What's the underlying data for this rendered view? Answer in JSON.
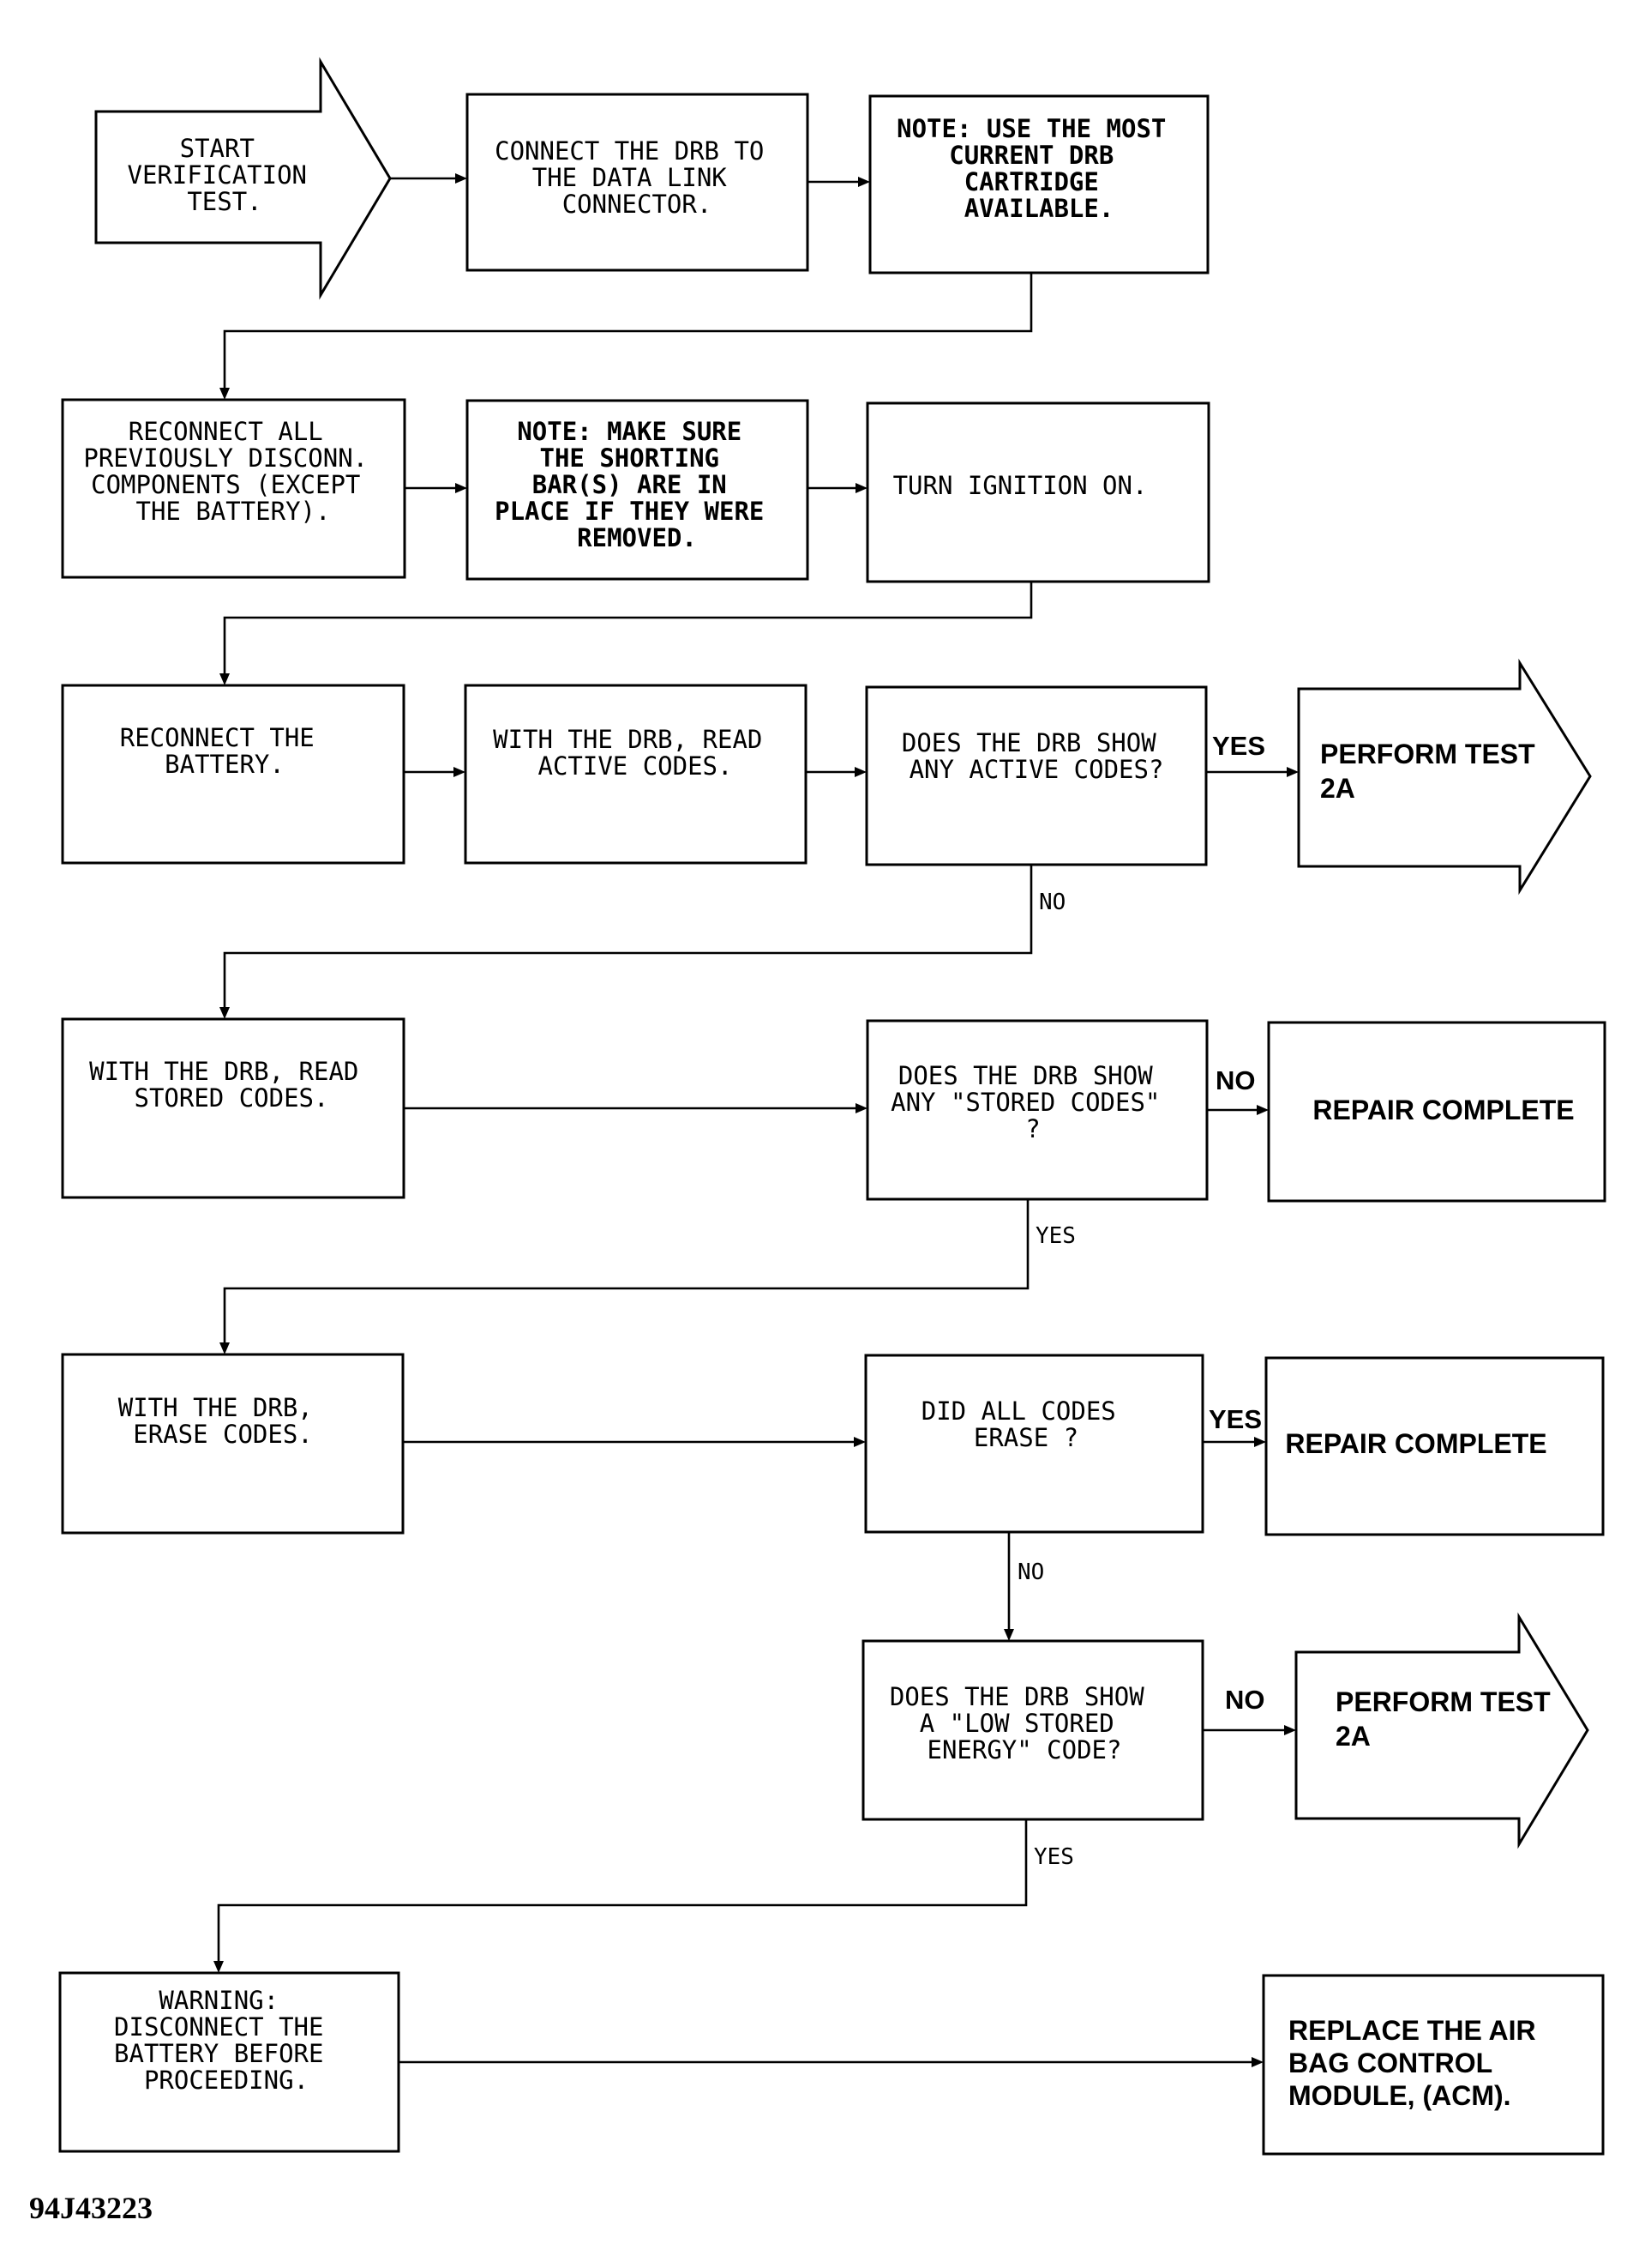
{
  "figure_id": "94J43223",
  "nodes": {
    "start": [
      "START",
      "VERIFICATION",
      "TEST."
    ],
    "connect_drb": [
      "CONNECT THE DRB TO",
      "THE DATA LINK",
      "CONNECTOR."
    ],
    "note_cartridge": [
      "NOTE: USE THE MOST",
      "CURRENT DRB",
      "CARTRIDGE",
      "AVAILABLE."
    ],
    "reconnect_all": [
      "RECONNECT ALL",
      "PREVIOUSLY DISCONN.",
      "COMPONENTS (EXCEPT",
      "THE BATTERY)."
    ],
    "note_shorting": [
      "NOTE: MAKE SURE",
      "THE SHORTING",
      "BAR(S) ARE IN",
      "PLACE IF THEY WERE",
      "REMOVED."
    ],
    "ignition_on": [
      "TURN IGNITION ON."
    ],
    "reconnect_battery": [
      "RECONNECT THE",
      "BATTERY."
    ],
    "read_active": [
      "WITH THE DRB, READ",
      "ACTIVE CODES."
    ],
    "q_active": [
      "DOES THE DRB SHOW",
      "ANY ACTIVE CODES?"
    ],
    "perform_2a_first": [
      "PERFORM TEST",
      "2A"
    ],
    "read_stored": [
      "WITH THE DRB, READ",
      "STORED CODES."
    ],
    "q_stored": [
      "DOES THE DRB SHOW",
      "ANY \"STORED CODES\"",
      "?"
    ],
    "repair_complete_1": [
      "REPAIR COMPLETE"
    ],
    "erase_codes": [
      "WITH THE DRB,",
      "ERASE CODES."
    ],
    "q_erase": [
      "DID ALL CODES",
      "ERASE ?"
    ],
    "repair_complete_2": [
      "REPAIR COMPLETE"
    ],
    "q_low_energy": [
      "DOES THE DRB SHOW",
      "A \"LOW STORED",
      "ENERGY\" CODE?"
    ],
    "perform_2a_second": [
      "PERFORM TEST",
      "2A"
    ],
    "warning": [
      "WARNING:",
      "DISCONNECT THE",
      "BATTERY BEFORE",
      "PROCEEDING."
    ],
    "replace_acm": [
      "REPLACE THE AIR",
      "BAG CONTROL",
      "MODULE, (ACM)."
    ]
  },
  "edge_labels": {
    "active_yes": "YES",
    "active_no": "NO",
    "stored_no": "NO",
    "stored_yes": "YES",
    "erase_yes": "YES",
    "erase_no": "NO",
    "low_energy_no": "NO",
    "low_energy_yes": "YES"
  }
}
